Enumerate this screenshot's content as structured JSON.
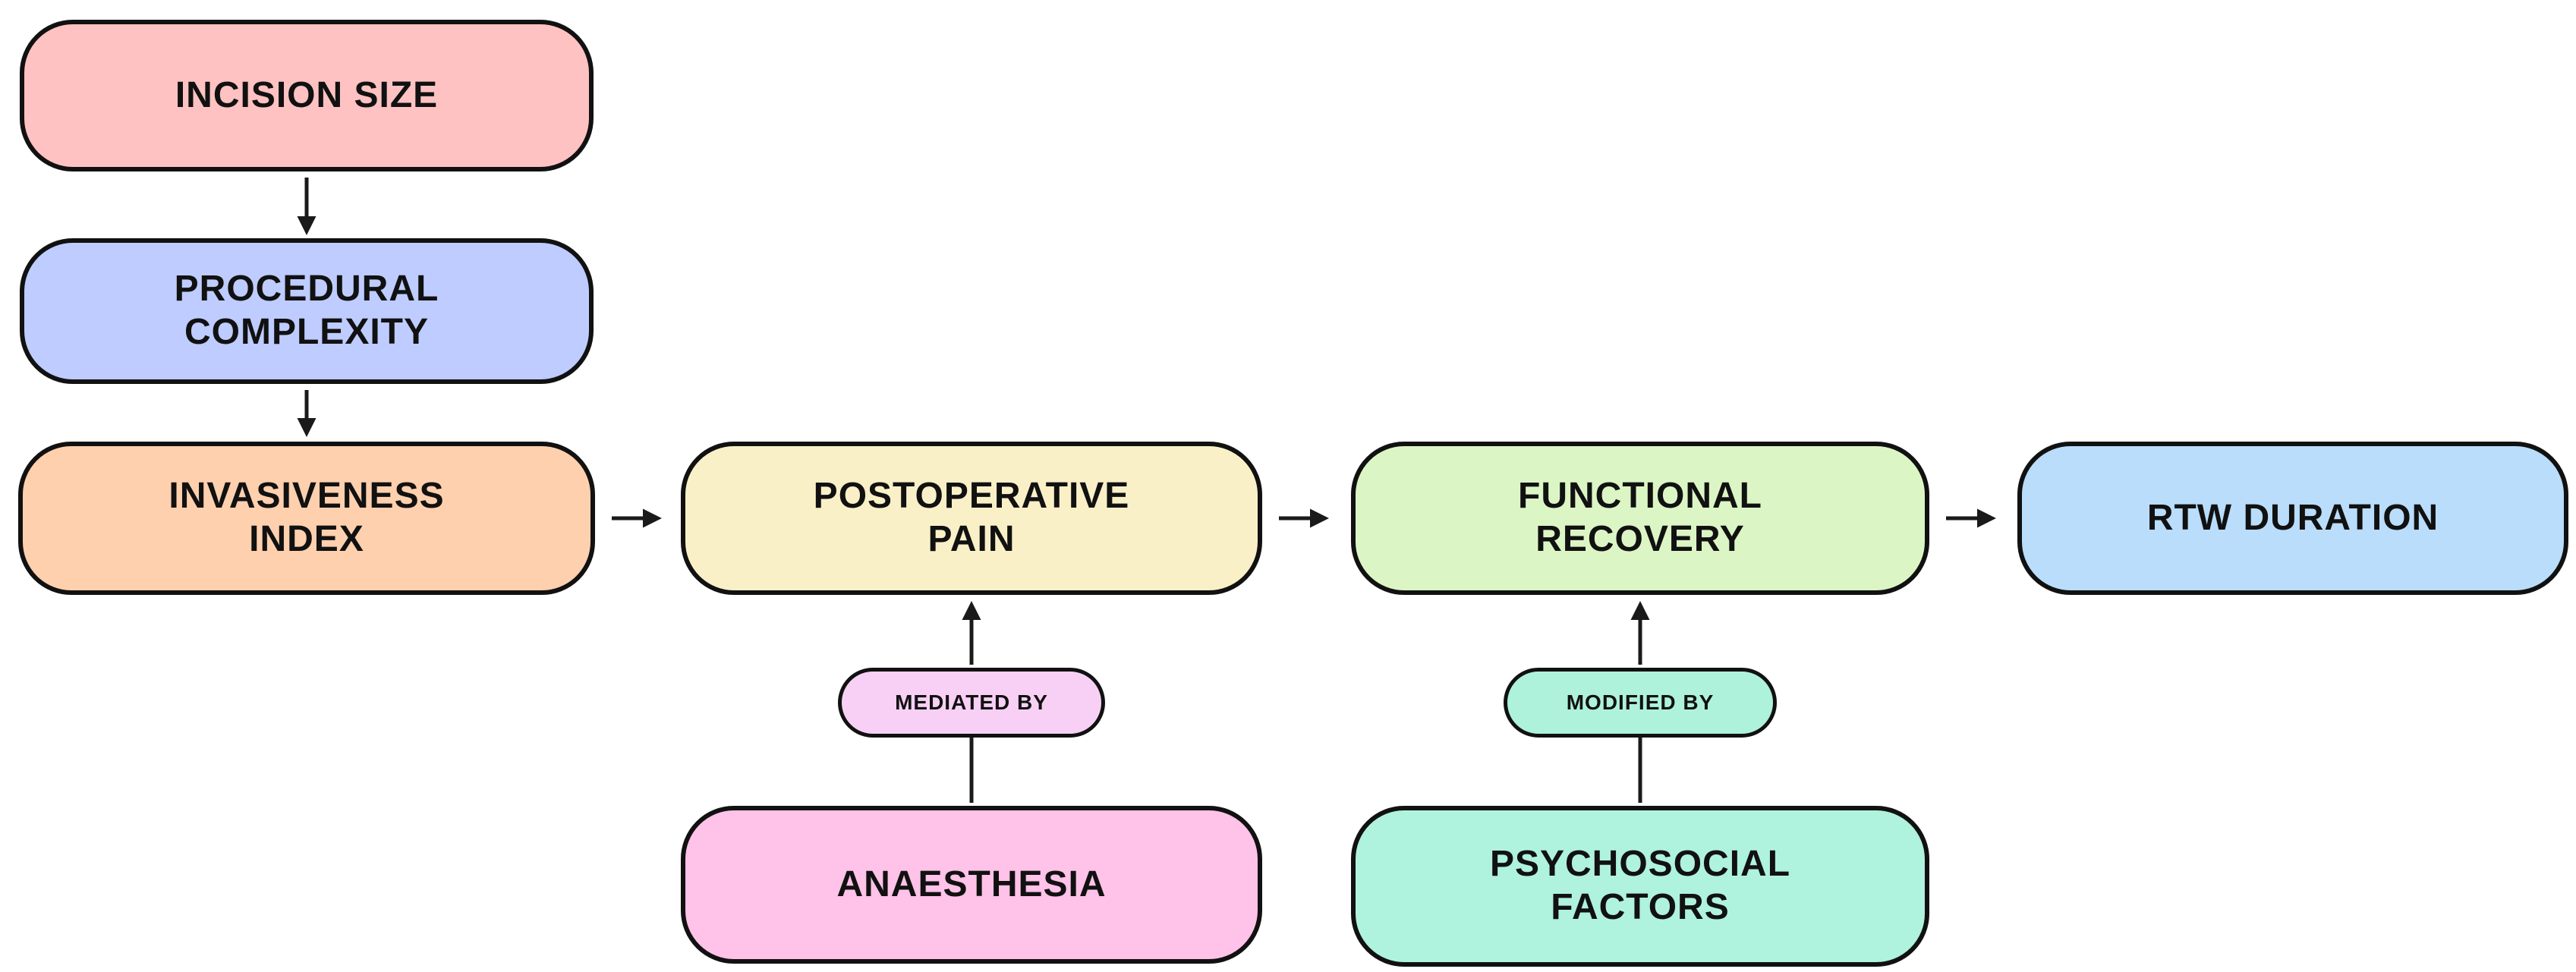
{
  "diagram": {
    "type": "flowchart",
    "background": "#ffffff",
    "stroke_color": "#111111",
    "nodes": {
      "incision_size": {
        "label": "INCISION SIZE",
        "fill": "#FFC2C2"
      },
      "procedural_complexity": {
        "label": "PROCEDURAL COMPLEXITY",
        "fill": "#BECCFF"
      },
      "invasiveness_index": {
        "label": "INVASIVENESS INDEX",
        "fill": "#FFD0AE"
      },
      "postoperative_pain": {
        "label": "POSTOPERATIVE PAIN",
        "fill": "#FAF0C8"
      },
      "functional_recovery": {
        "label": "FUNCTIONAL RECOVERY",
        "fill": "#DCF5C5"
      },
      "rtw_duration": {
        "label": "RTW DURATION",
        "fill": "#B9DDFA"
      },
      "mediated_by": {
        "label": "MEDIATED BY",
        "fill": "#F8D0F5"
      },
      "anaesthesia": {
        "label": "ANAESTHESIA",
        "fill": "#FFC2E8"
      },
      "modified_by": {
        "label": "MODIFIED BY",
        "fill": "#AEF2DC"
      },
      "psychosocial_factors": {
        "label": "PSYCHOSOCIAL FACTORS",
        "fill": "#AFF2DE"
      }
    },
    "edges": [
      {
        "from": "INCISION SIZE",
        "to": "PROCEDURAL COMPLEXITY",
        "style": "arrow-down"
      },
      {
        "from": "PROCEDURAL COMPLEXITY",
        "to": "INVASIVENESS INDEX",
        "style": "arrow-down"
      },
      {
        "from": "INVASIVENESS INDEX",
        "to": "POSTOPERATIVE PAIN",
        "style": "arrow-right"
      },
      {
        "from": "POSTOPERATIVE PAIN",
        "to": "FUNCTIONAL RECOVERY",
        "style": "arrow-right"
      },
      {
        "from": "FUNCTIONAL RECOVERY",
        "to": "RTW DURATION",
        "style": "arrow-right"
      },
      {
        "from": "ANAESTHESIA",
        "to": "POSTOPERATIVE PAIN",
        "via": "MEDIATED BY",
        "style": "arrow-up"
      },
      {
        "from": "PSYCHOSOCIAL FACTORS",
        "to": "FUNCTIONAL RECOVERY",
        "via": "MODIFIED BY",
        "style": "arrow-up"
      }
    ]
  }
}
